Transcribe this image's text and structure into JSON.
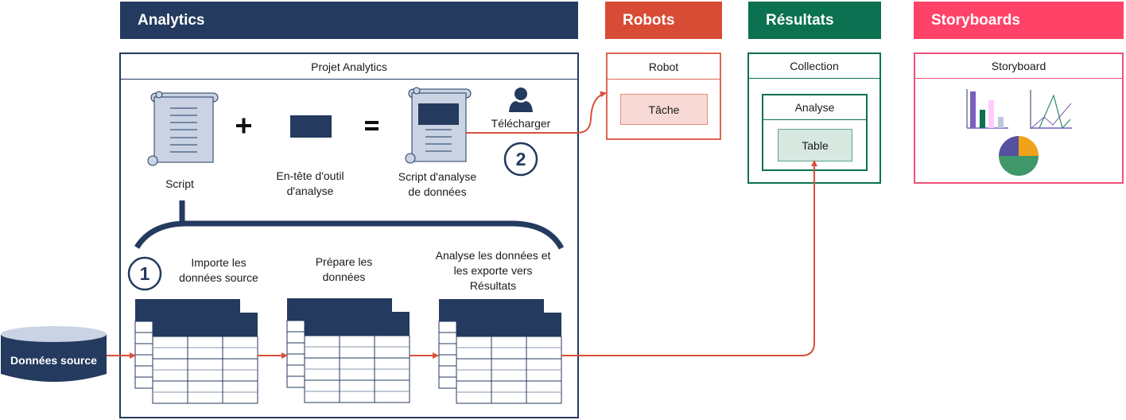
{
  "colors": {
    "navy": "#243a5e",
    "robots": "#d84b35",
    "results": "#0b7150",
    "storyboards": "#ff4267",
    "arrow": "#d9503a",
    "script_fill": "#c9d3e4",
    "task_fill": "#f7dad6",
    "table_fill": "#d7e8e1"
  },
  "analytics": {
    "header": "Analytics",
    "project_title": "Projet Analytics",
    "script_label": "Script",
    "plus": "+",
    "equals": "=",
    "tool_header_label_line1": "En-tête d'outil",
    "tool_header_label_line2": "d'analyse",
    "analysis_script_label_line1": "Script d'analyse",
    "analysis_script_label_line2": "de données",
    "upload_label": "Télécharger",
    "step1_badge": "1",
    "step2_badge": "2",
    "steps": [
      {
        "line1": "Importe les",
        "line2": "données source"
      },
      {
        "line1": "Prépare les",
        "line2": "données"
      },
      {
        "line1": "Analyse les données et",
        "line2": "les exporte vers",
        "line3": "Résultats"
      }
    ]
  },
  "source": {
    "label": "Données source"
  },
  "robots": {
    "header": "Robots",
    "box_title": "Robot",
    "task": "Tâche"
  },
  "results": {
    "header": "Résultats",
    "box_title": "Collection",
    "inner_title": "Analyse",
    "table": "Table"
  },
  "storyboards": {
    "header": "Storyboards",
    "box_title": "Storyboard"
  }
}
